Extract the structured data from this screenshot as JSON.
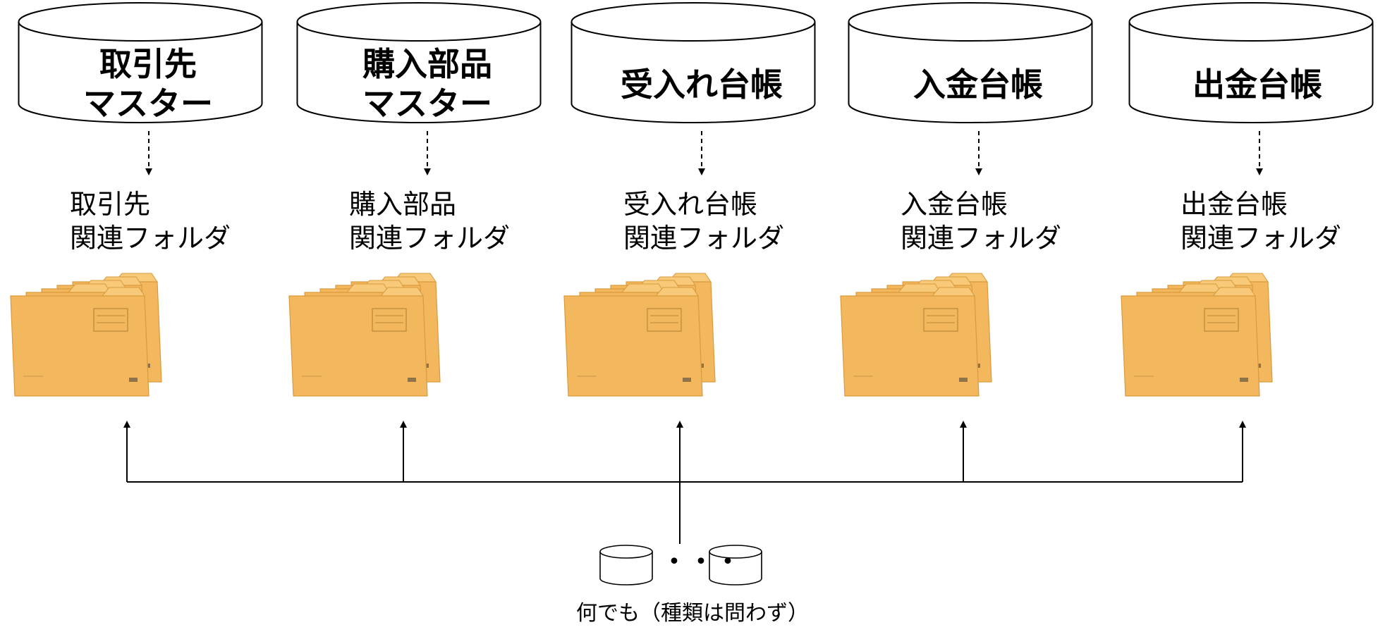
{
  "columns": [
    {
      "db_title": [
        "取引先",
        "マスター"
      ],
      "folder_title": [
        "取引先",
        "関連フォルダ"
      ]
    },
    {
      "db_title": [
        "購入部品",
        "マスター"
      ],
      "folder_title": [
        "購入部品",
        "関連フォルダ"
      ]
    },
    {
      "db_title": [
        "受入れ台帳"
      ],
      "folder_title": [
        "受入れ台帳",
        "関連フォルダ"
      ]
    },
    {
      "db_title": [
        "入金台帳"
      ],
      "folder_title": [
        "入金台帳",
        "関連フォルダ"
      ]
    },
    {
      "db_title": [
        "出金台帳"
      ],
      "folder_title": [
        "出金台帳",
        "関連フォルダ"
      ]
    }
  ],
  "source": {
    "ellipsis": "・・・",
    "label": "何でも（種類は問わず）"
  },
  "colors": {
    "stroke": "#000000",
    "folder_fill": "#f3b75e",
    "folder_edge": "#d99a3c",
    "folder_light": "#f7c979"
  }
}
